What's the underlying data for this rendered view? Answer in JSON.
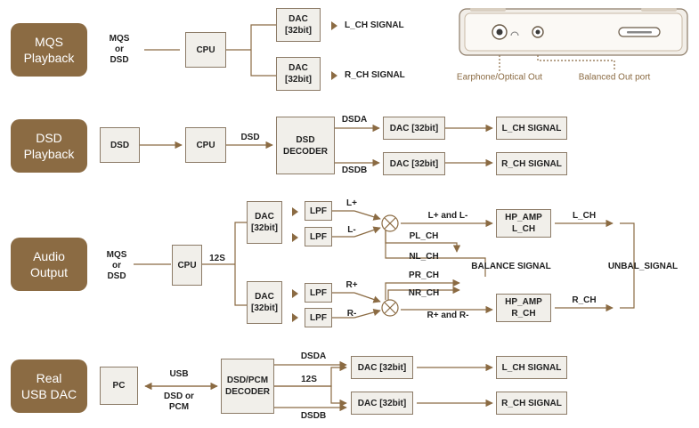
{
  "colors": {
    "accent": "#8b6b43",
    "box_fill": "#f1efea",
    "box_border": "#8c7b67",
    "line": "#8b6b43"
  },
  "sections": {
    "mqs": "MQS\nPlayback",
    "dsd": "DSD\nPlayback",
    "audio": "Audio\nOutput",
    "usb": "Real\nUSB DAC"
  },
  "row1": {
    "input": "MQS\nor\nDSD",
    "cpu": "CPU",
    "dac_l": "DAC\n[32bit]",
    "dac_r": "DAC\n[32bit]",
    "out_l": "L_CH SIGNAL",
    "out_r": "R_CH SIGNAL"
  },
  "device": {
    "earphone_caption": "Earphone/Optical Out",
    "balanced_caption": "Balanced Out port"
  },
  "row2": {
    "dsd": "DSD",
    "cpu": "CPU",
    "link": "DSD",
    "decoder": "DSD\nDECODER",
    "dsda": "DSDA",
    "dsdb": "DSDB",
    "dac_a": "DAC [32bit]",
    "dac_b": "DAC [32bit]",
    "out_l": "L_CH SIGNAL",
    "out_r": "R_CH SIGNAL"
  },
  "row3": {
    "input": "MQS\nor\nDSD",
    "cpu": "CPU",
    "i2s": "12S",
    "dac_top": "DAC\n[32bit]",
    "dac_bot": "DAC\n[32bit]",
    "lpf1": "LPF",
    "lpf2": "LPF",
    "lpf3": "LPF",
    "lpf4": "LPF",
    "lplus": "L+",
    "lminus": "L-",
    "rplus": "R+",
    "rminus": "R-",
    "lplus_lminus": "L+ and L-",
    "pl_ch": "PL_CH",
    "nl_ch": "NL_CH",
    "balance": "BALANCE SIGNAL",
    "pr_ch": "PR_CH",
    "nr_ch": "NR_CH",
    "rplus_rminus": "R+ and R-",
    "hp_l": "HP_AMP\nL_CH",
    "hp_r": "HP_AMP\nR_CH",
    "l_ch": "L_CH",
    "r_ch": "R_CH",
    "unbal": "UNBAL_SIGNAL"
  },
  "row4": {
    "pc": "PC",
    "usb": "USB",
    "dsd_or_pcm": "DSD or\nPCM",
    "decoder": "DSD/PCM\nDECODER",
    "dsda": "DSDA",
    "i2s": "12S",
    "dsdb": "DSDB",
    "dac_a": "DAC [32bit]",
    "dac_b": "DAC [32bit]",
    "out_l": "L_CH SIGNAL",
    "out_r": "R_CH SIGNAL"
  }
}
